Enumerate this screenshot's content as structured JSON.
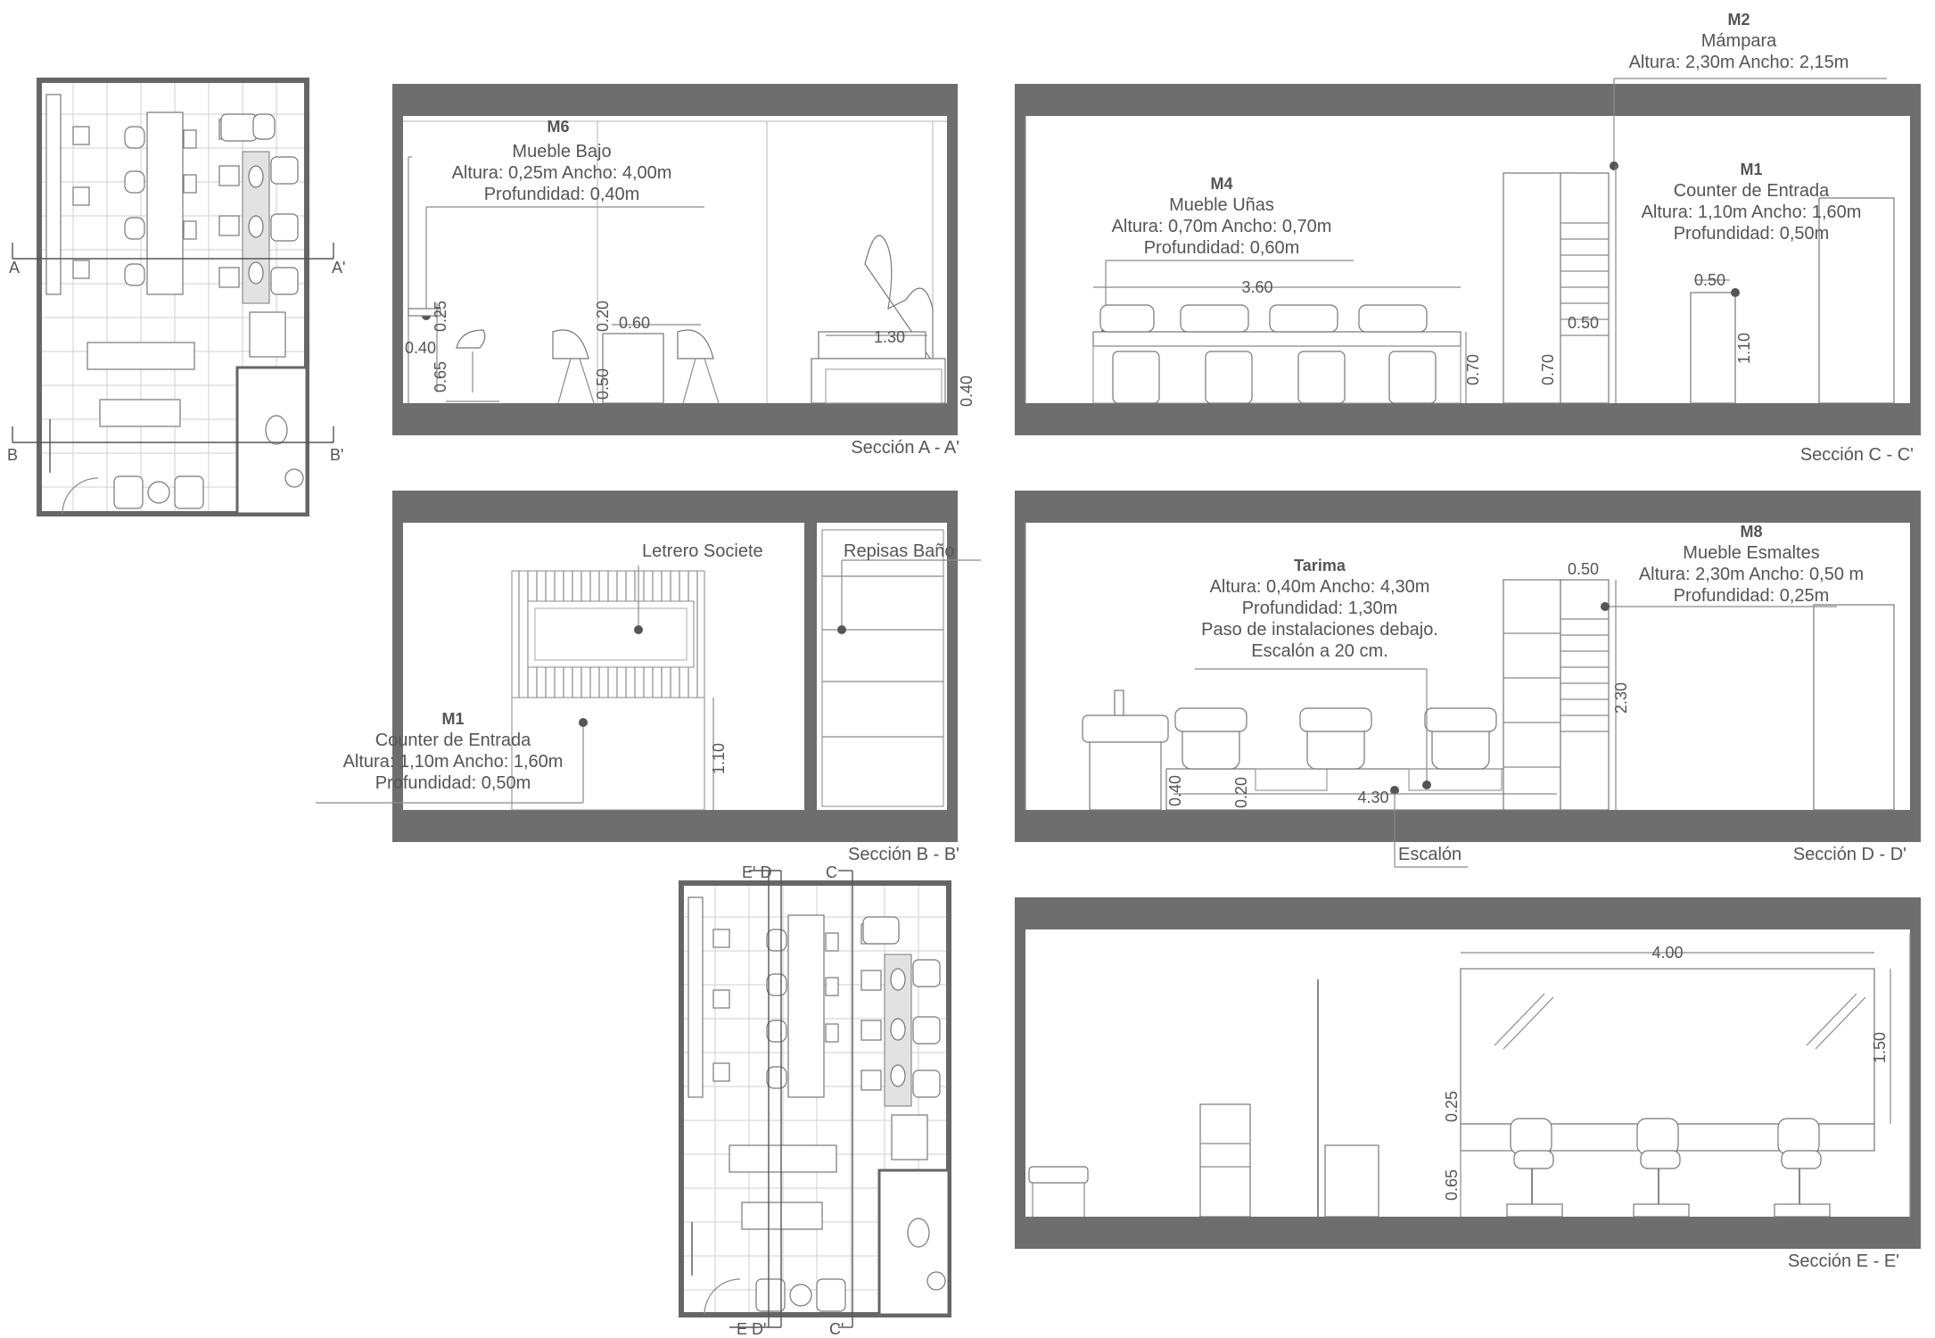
{
  "plan_labels": {
    "a": "A",
    "a_prime": "A'",
    "b": "B",
    "b_prime": "B'",
    "e_d": "E' D",
    "c": "C",
    "e_d_prime": "E D'",
    "c_prime": "C'"
  },
  "sections": {
    "aa": {
      "caption": "Sección A - A'",
      "m6_code": "M6",
      "m6_name": "Mueble Bajo",
      "m6_dims": "Altura: 0,25m  Ancho: 4,00m",
      "m6_depth": "Profundidad: 0,40m",
      "dim_025": "0.25",
      "dim_040": "0.40",
      "dim_065": "0.65",
      "dim_020": "0.20",
      "dim_060": "0.60",
      "dim_050": "0.50",
      "dim_130": "1.30",
      "dim_040b": "0.40"
    },
    "cc": {
      "caption": "Sección C - C'",
      "m2_code": "M2",
      "m2_name": "Mámpara",
      "m2_dims": "Altura: 2,30m  Ancho: 2,15m",
      "m4_code": "M4",
      "m4_name": "Mueble Uñas",
      "m4_dims": "Altura: 0,70m  Ancho: 0,70m",
      "m4_depth": "Profundidad: 0,60m",
      "m1_code": "M1",
      "m1_name": "Counter de Entrada",
      "m1_dims": "Altura: 1,10m  Ancho: 1,60m",
      "m1_depth": "Profundidad: 0,50m",
      "dim_360": "3.60",
      "dim_070a": "0.70",
      "dim_070b": "0.70",
      "dim_050": "0.50",
      "dim_050b": "0.50",
      "dim_110": "1.10"
    },
    "bb": {
      "caption": "Sección B - B'",
      "sign": "Letrero Societe",
      "shelves": "Repisas Baño",
      "m1_code": "M1",
      "m1_name": "Counter de Entrada",
      "m1_dims": "Altura: 1,10m  Ancho: 1,60m",
      "m1_depth": "Profundidad: 0,50m",
      "dim_110": "1.10"
    },
    "dd": {
      "caption": "Sección D - D'",
      "tarima_code": "Tarima",
      "tarima_dims": "Altura: 0,40m  Ancho: 4,30m",
      "tarima_depth": "Profundidad: 1,30m",
      "tarima_note1": "Paso de instalaciones debajo.",
      "tarima_note2": "Escalón a 20 cm.",
      "m8_code": "M8",
      "m8_name": "Mueble Esmaltes",
      "m8_dims": "Altura: 2,30m  Ancho: 0,50 m",
      "m8_depth": "Profundidad: 0,25m",
      "dim_050": "0.50",
      "dim_230": "2.30",
      "dim_040": "0.40",
      "dim_020": "0.20",
      "dim_430": "4.30",
      "step": "Escalón"
    },
    "ee": {
      "caption": "Sección E - E'",
      "dim_400": "4.00",
      "dim_150": "1.50",
      "dim_025": "0.25",
      "dim_065": "0.65"
    }
  }
}
